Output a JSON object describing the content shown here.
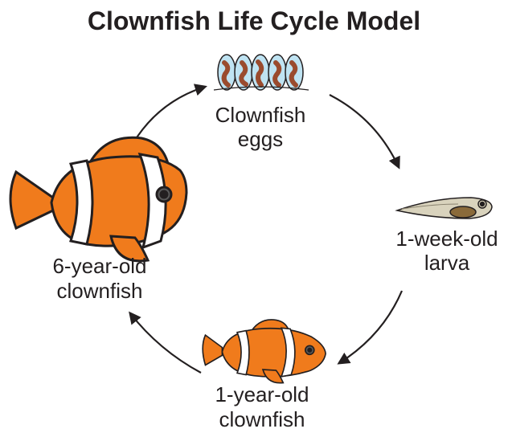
{
  "title": "Clownfish Life Cycle Model",
  "stages": {
    "eggs": {
      "line1": "Clownfish",
      "line2": "eggs"
    },
    "larva": {
      "line1": "1-week-old",
      "line2": "larva"
    },
    "young": {
      "line1": "1-year-old",
      "line2": "clownfish"
    },
    "adult": {
      "line1": "6-year-old",
      "line2": "clownfish"
    }
  },
  "colors": {
    "fish_orange": "#f07b1c",
    "fish_dark_orange": "#d95f0e",
    "stripe_white": "#ffffff",
    "outline": "#231f20",
    "egg_fill": "#bfe3f2",
    "embryo": "#9a4b2e",
    "larva_body": "#d9d3bd",
    "larva_yolk": "#8a6a3a"
  }
}
